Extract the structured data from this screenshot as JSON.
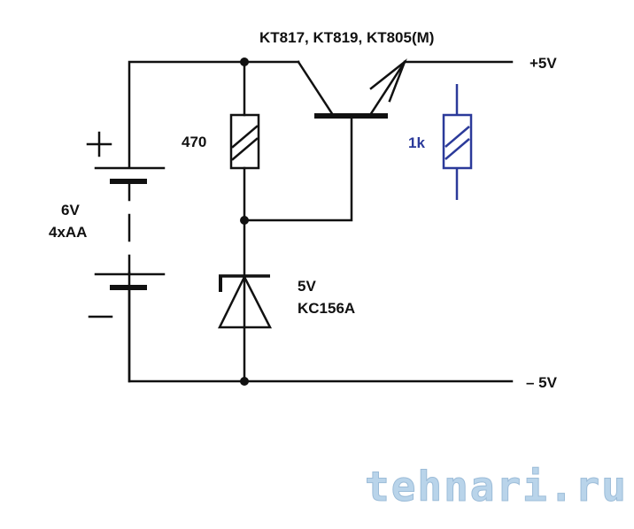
{
  "diagram": {
    "transistor_label": "KT817, KT819, KT805(M)",
    "rail_positive": "+5V",
    "rail_negative": "– 5V",
    "resistor_base": {
      "value": "470"
    },
    "load_resistor": {
      "value": "1k",
      "color": "#2b3a9a"
    },
    "battery": {
      "voltage": "6V",
      "cells": "4xAA",
      "plus": "+",
      "minus": "–"
    },
    "zener": {
      "voltage": "5V",
      "part": "KC156A"
    },
    "watermark": "tehnari.ru"
  }
}
